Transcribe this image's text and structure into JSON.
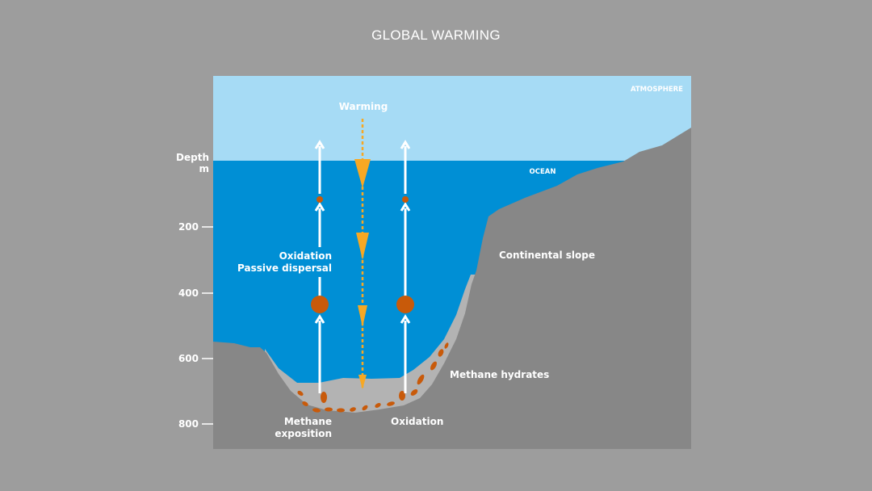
{
  "title": "GLOBAL WARMING",
  "axis": {
    "label_line1": "Depth",
    "label_line2": "m",
    "ticks": [
      "200",
      "400",
      "600",
      "800"
    ]
  },
  "labels": {
    "atmosphere": "ATMOSPHERE",
    "ocean": "OCEAN",
    "warming": "Warming",
    "oxidation_upper": "Oxidation",
    "passive_dispersal": "Passive dispersal",
    "continental_slope": "Continental slope",
    "methane_hydrates": "Methane hydrates",
    "methane_exposition_line1": "Methane",
    "methane_exposition_line2": "exposition",
    "oxidation_lower": "Oxidation"
  },
  "colors": {
    "background": "#9d9d9d",
    "atmosphere": "#a6dbf5",
    "ocean": "#008fd5",
    "seabed": "#878787",
    "sediment": "#b3b3b3",
    "methane": "#c85a0a",
    "warming": "#f7a823"
  }
}
